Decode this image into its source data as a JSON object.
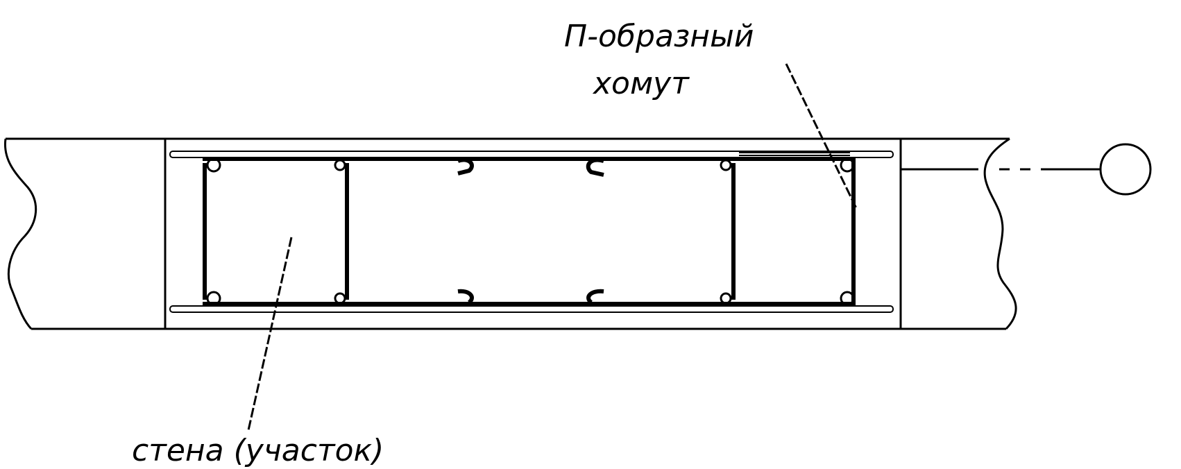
{
  "labels": {
    "clamp_line1": "П-образный",
    "clamp_line2": "хомут",
    "wall": "стена (участок)"
  },
  "colors": {
    "line": "#000000",
    "background": "#ffffff"
  }
}
